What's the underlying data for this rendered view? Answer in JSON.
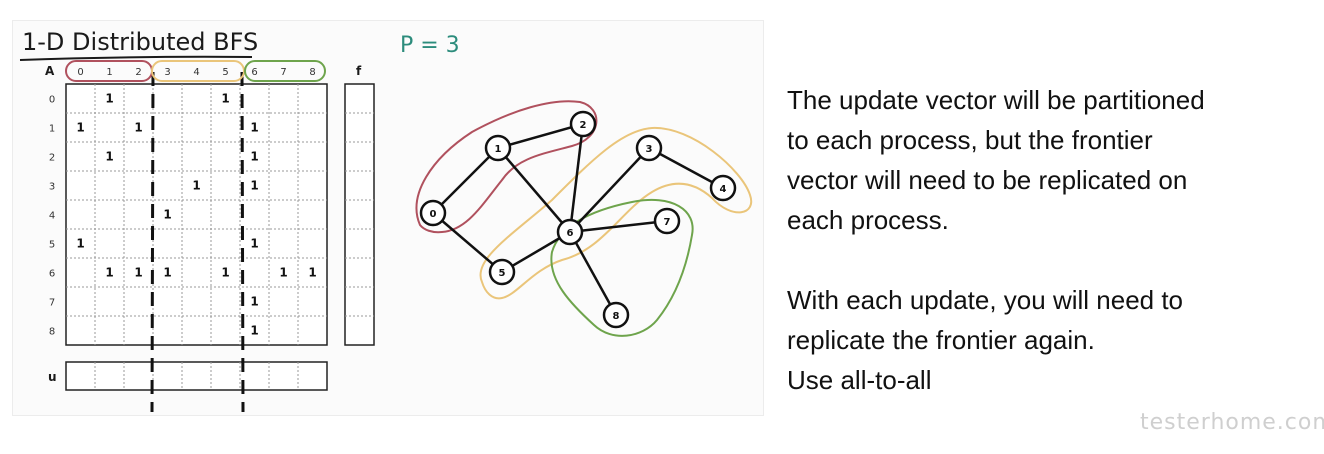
{
  "slide": {
    "title": "1-D Distributed BFS",
    "p_label": "P = 3",
    "matrix_label": "A",
    "f_label": "f",
    "u_label": "u",
    "col_ticks": [
      "0",
      "1",
      "2",
      "3",
      "4",
      "5",
      "6",
      "7",
      "8"
    ],
    "row_ticks": [
      "0",
      "1",
      "2",
      "3",
      "4",
      "5",
      "6",
      "7",
      "8"
    ],
    "ones": [
      [
        0,
        1
      ],
      [
        0,
        5
      ],
      [
        1,
        0
      ],
      [
        1,
        2
      ],
      [
        1,
        6
      ],
      [
        2,
        1
      ],
      [
        2,
        6
      ],
      [
        3,
        4
      ],
      [
        3,
        6
      ],
      [
        4,
        3
      ],
      [
        5,
        0
      ],
      [
        5,
        6
      ],
      [
        6,
        1
      ],
      [
        6,
        2
      ],
      [
        6,
        3
      ],
      [
        6,
        5
      ],
      [
        6,
        7
      ],
      [
        6,
        8
      ],
      [
        7,
        6
      ],
      [
        8,
        6
      ]
    ],
    "nodes": [
      "0",
      "1",
      "2",
      "3",
      "4",
      "5",
      "6",
      "7",
      "8"
    ],
    "edges": [
      [
        "0",
        "1"
      ],
      [
        "0",
        "5"
      ],
      [
        "1",
        "2"
      ],
      [
        "1",
        "6"
      ],
      [
        "2",
        "6"
      ],
      [
        "3",
        "6"
      ],
      [
        "3",
        "4"
      ],
      [
        "5",
        "6"
      ],
      [
        "6",
        "7"
      ],
      [
        "6",
        "8"
      ]
    ],
    "partition_colors": [
      "#b0515e",
      "#eac57a",
      "#6ea44c"
    ],
    "title_color": "#1b1b1b",
    "p_color": "#2c8c7c"
  },
  "caption": {
    "p1": [
      "The update vector will be partitioned",
      "to each process, but the frontier",
      "vector will need to be replicated on",
      "each process."
    ],
    "p2": [
      "With each update, you will need to",
      "replicate the frontier again.",
      "Use all-to-all"
    ]
  },
  "watermark": "testerhome.com"
}
